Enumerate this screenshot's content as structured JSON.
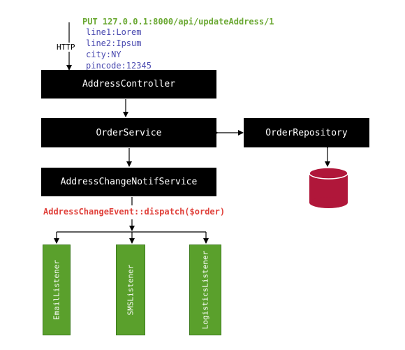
{
  "request": {
    "method_url": "PUT 127.0.0.1:8000/api/updateAddress/1",
    "lines": [
      "line1:Lorem",
      "line2:Ipsum",
      "city:NY",
      "pincode:12345"
    ]
  },
  "http_label": "HTTP",
  "nodes": {
    "address_controller": "AddressController",
    "order_service": "OrderService",
    "order_repository": "OrderRepository",
    "notif_service": "AddressChangeNotifService"
  },
  "event": "AddressChangeEvent::dispatch($order)",
  "listeners": [
    "EmailListener",
    "SMSListener",
    "LogisticsListener"
  ],
  "colors": {
    "node_bg": "#000000",
    "listener_bg": "#5aa02c",
    "database": "#b0173a",
    "event_text": "#e0403a",
    "method_text": "#6aa832",
    "body_text": "#4a4ab0"
  }
}
